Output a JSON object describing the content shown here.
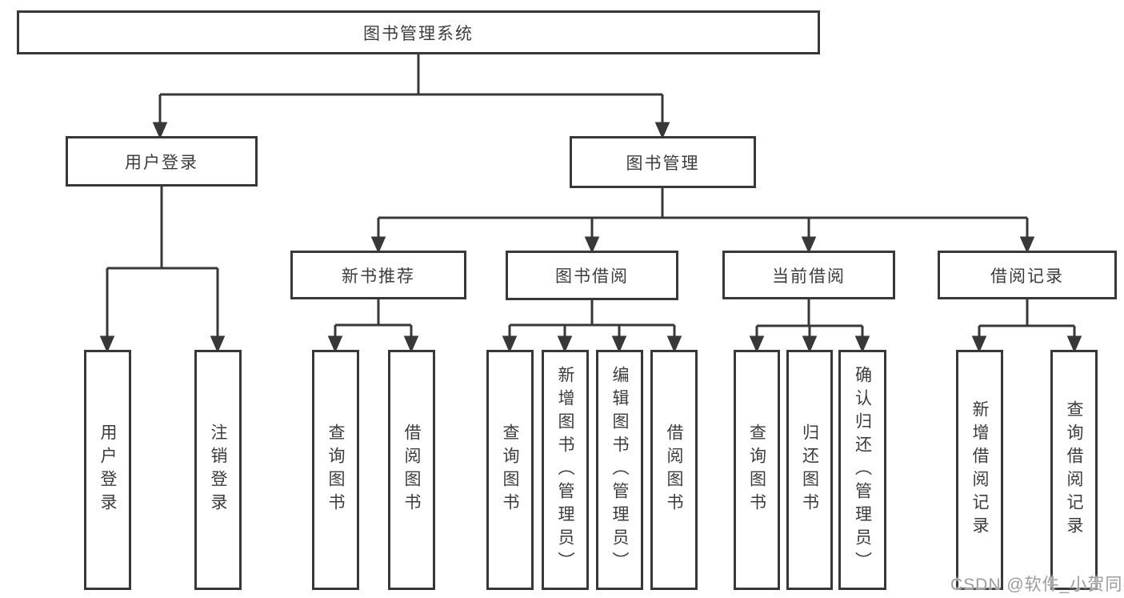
{
  "title": "图书管理系统",
  "tree": {
    "label": "图书管理系统",
    "children": [
      {
        "label": "用户登录",
        "children": [
          {
            "label": "用户登录"
          },
          {
            "label": "注销登录"
          }
        ]
      },
      {
        "label": "图书管理",
        "children": [
          {
            "label": "新书推荐",
            "children": [
              {
                "label": "查询图书"
              },
              {
                "label": "借阅图书"
              }
            ]
          },
          {
            "label": "图书借阅",
            "children": [
              {
                "label": "查询图书"
              },
              {
                "label": "新增图书（管理员）"
              },
              {
                "label": "编辑图书（管理员）"
              },
              {
                "label": "借阅图书"
              }
            ]
          },
          {
            "label": "当前借阅",
            "children": [
              {
                "label": "查询图书"
              },
              {
                "label": "归还图书"
              },
              {
                "label": "确认归还（管理员）"
              }
            ]
          },
          {
            "label": "借阅记录",
            "children": [
              {
                "label": "新增借阅记录"
              },
              {
                "label": "查询借阅记录"
              }
            ]
          }
        ]
      }
    ]
  },
  "watermark": {
    "text": "CSDN @软件_小贺同学",
    "color": "#9c9c9c"
  },
  "colors": {
    "line": "#383838",
    "text": "#3c3c3c",
    "background": "#ffffff"
  }
}
